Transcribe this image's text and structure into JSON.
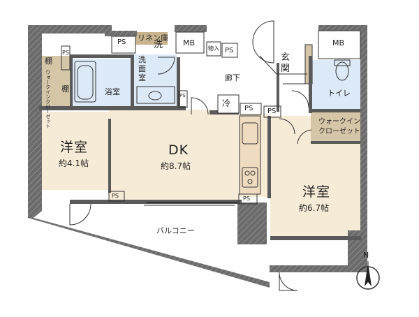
{
  "rooms": {
    "western_left": {
      "name": "洋室",
      "area": "約4.1帖"
    },
    "dk": {
      "name": "DK",
      "area": "約8.7帖"
    },
    "western_right": {
      "name": "洋室",
      "area": "約6.7帖"
    },
    "bath": "浴室",
    "washroom": "洗\n面\n室",
    "washroom_chars": [
      "洗",
      "面",
      "室"
    ],
    "toilet": "トイレ",
    "entrance": "玄\n関",
    "entrance_chars": [
      "玄",
      "関"
    ],
    "corridor": "廊下",
    "balcony": "バルコニー",
    "walkin_left": "ウォークインクローゼット",
    "walkin_right_line1": "ウォークイン",
    "walkin_right_line2": "クローゼット",
    "linen": "リネン庫",
    "shelf_top": "棚",
    "shelf_side": "棚"
  },
  "fixtures": {
    "ps": "PS",
    "mb": "MB",
    "washer": "洗",
    "fridge": "冷",
    "storage": "物入"
  },
  "compass": {
    "north": "N"
  },
  "colors": {
    "wall": "#5a5a5a",
    "floor_beige": "#f6ebd7",
    "floor_wet": "#dce9f6",
    "closet": "#d5c6a8",
    "linen_closet": "#c8b48f",
    "kitchen_counter": "#efdcc0",
    "line": "#333333"
  }
}
